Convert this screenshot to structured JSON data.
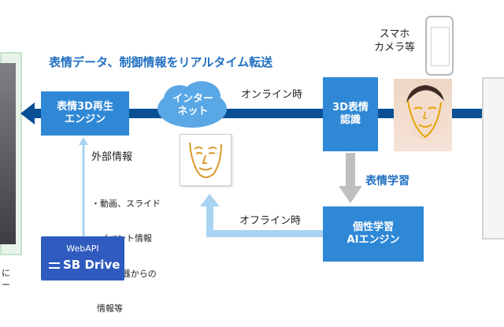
{
  "title": "表情データ、制御情報をリアルタイム転送",
  "nodes": {
    "engine": [
      "表情3D再生",
      "エンジン"
    ],
    "internet": [
      "インター",
      "ネット"
    ],
    "recognition": [
      "3D表情",
      "認識"
    ],
    "ai": [
      "個性学習",
      "AIエンジン"
    ],
    "smartphone": [
      "スマホ",
      "カメラ等"
    ]
  },
  "labels": {
    "online": "オンライン時",
    "offline": "オフライン時",
    "learning": "表情学習",
    "external": "外部情報",
    "bullets": [
      "・動画、スライド",
      "・イベント情報",
      "・IoT機器からの",
      "  情報等"
    ],
    "left_partial": [
      "に",
      "ー"
    ]
  },
  "webapi": {
    "top": "WebAPI",
    "logo": "SB Drive"
  },
  "colors": {
    "main_blue": "#2f88d6",
    "arrow_blue": "#0a4f94",
    "light_arrow": "#a9d3f2",
    "gray": "#bfbfbf"
  }
}
